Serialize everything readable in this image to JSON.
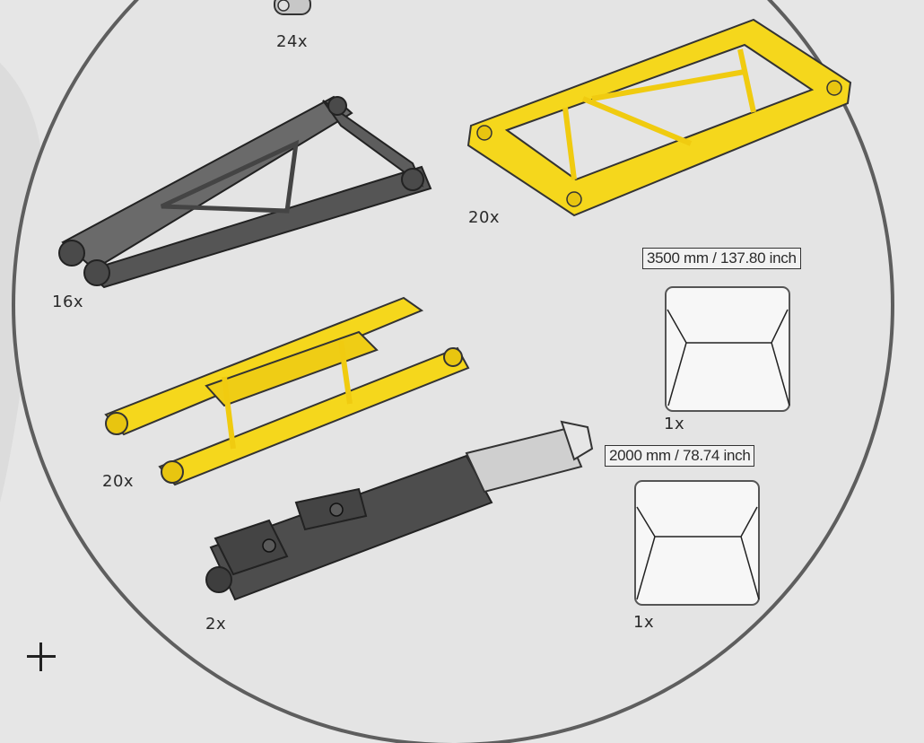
{
  "parts": [
    {
      "name": "axle-connector",
      "qty": "24x",
      "color": "#b9b9b9"
    },
    {
      "name": "gray-a-frame",
      "qty": "16x",
      "color": "#5a5a5a"
    },
    {
      "name": "yellow-rectangular-frame",
      "qty": "20x",
      "color": "#f2d21b"
    },
    {
      "name": "yellow-h-frame",
      "qty": "20x",
      "color": "#f2d21b"
    },
    {
      "name": "linear-actuator",
      "qty": "2x",
      "color": "#4b4b4b"
    },
    {
      "name": "cloth-sheet-large",
      "qty": "1x",
      "measure": "3500 mm / 137.80 inch"
    },
    {
      "name": "cloth-sheet-small",
      "qty": "1x",
      "measure": "2000 mm / 78.74 inch"
    }
  ],
  "icons": {
    "add": "plus-icon"
  }
}
